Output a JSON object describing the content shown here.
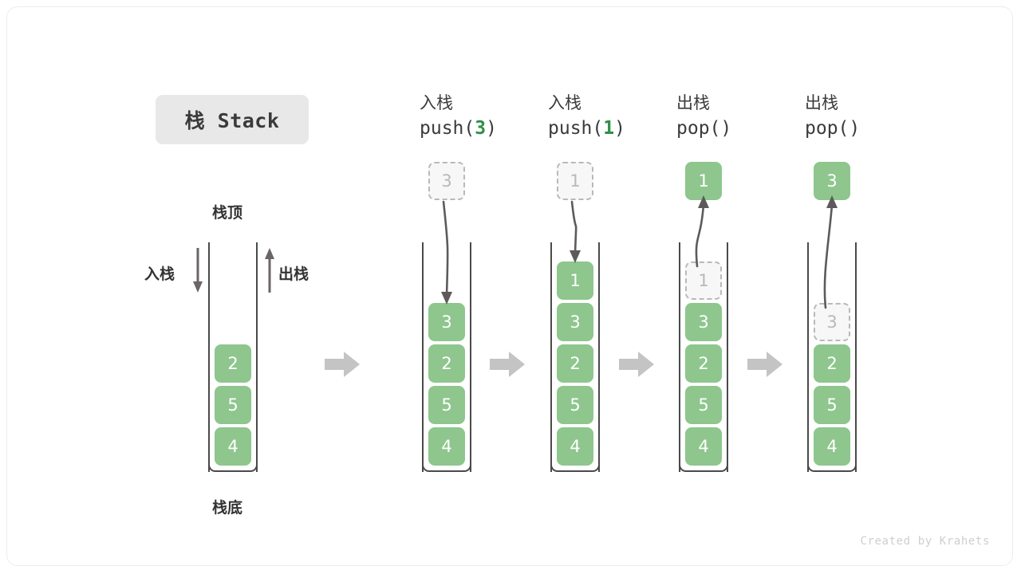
{
  "figure": {
    "title_chip": "栈 Stack",
    "credit": "Created by Krahets",
    "colors": {
      "cell_fill": "#8ec68e",
      "cell_text": "#ffffff",
      "ghost_fill": "#f7f7f7",
      "ghost_border": "#b9b9b9",
      "ghost_text": "#b9b9b9",
      "frame_stroke": "#4a4a4a",
      "flow_arrow": "#c4c4c4",
      "op_arrow": "#5e5a5a",
      "accent_green": "#2f8f46",
      "chip_bg": "#e8e8e8"
    }
  },
  "legend": {
    "top_label": "栈顶",
    "bottom_label": "栈底",
    "push_label": "入栈",
    "pop_label": "出栈"
  },
  "initial_stack": {
    "cells": [
      "2",
      "5",
      "4"
    ]
  },
  "steps": [
    {
      "id": "push-3",
      "header_cn": "入栈",
      "header_code_prefix": "push(",
      "header_code_arg": "3",
      "header_code_suffix": ")",
      "external_cell": {
        "value": "3",
        "style": "ghost"
      },
      "arrow_direction": "down",
      "stack_cells": [
        {
          "value": "3",
          "style": "solid"
        },
        {
          "value": "2",
          "style": "solid"
        },
        {
          "value": "5",
          "style": "solid"
        },
        {
          "value": "4",
          "style": "solid"
        }
      ]
    },
    {
      "id": "push-1",
      "header_cn": "入栈",
      "header_code_prefix": "push(",
      "header_code_arg": "1",
      "header_code_suffix": ")",
      "external_cell": {
        "value": "1",
        "style": "ghost"
      },
      "arrow_direction": "down",
      "stack_cells": [
        {
          "value": "1",
          "style": "solid"
        },
        {
          "value": "3",
          "style": "solid"
        },
        {
          "value": "2",
          "style": "solid"
        },
        {
          "value": "5",
          "style": "solid"
        },
        {
          "value": "4",
          "style": "solid"
        }
      ]
    },
    {
      "id": "pop-1",
      "header_cn": "出栈",
      "header_code_prefix": "pop(",
      "header_code_arg": "",
      "header_code_suffix": ")",
      "external_cell": {
        "value": "1",
        "style": "solid"
      },
      "arrow_direction": "up",
      "stack_cells": [
        {
          "value": "1",
          "style": "ghost"
        },
        {
          "value": "3",
          "style": "solid"
        },
        {
          "value": "2",
          "style": "solid"
        },
        {
          "value": "5",
          "style": "solid"
        },
        {
          "value": "4",
          "style": "solid"
        }
      ]
    },
    {
      "id": "pop-3",
      "header_cn": "出栈",
      "header_code_prefix": "pop(",
      "header_code_arg": "",
      "header_code_suffix": ")",
      "external_cell": {
        "value": "3",
        "style": "solid"
      },
      "arrow_direction": "up",
      "stack_cells": [
        {
          "value": "3",
          "style": "ghost"
        },
        {
          "value": "2",
          "style": "solid"
        },
        {
          "value": "5",
          "style": "solid"
        },
        {
          "value": "4",
          "style": "solid"
        }
      ]
    }
  ]
}
